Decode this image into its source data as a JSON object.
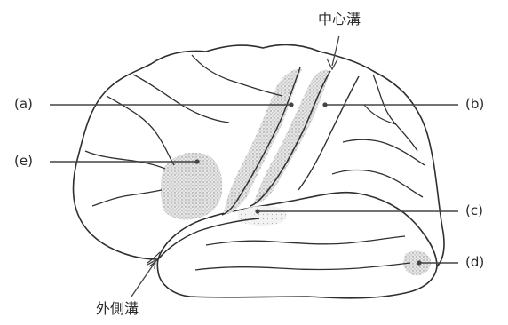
{
  "labels": {
    "a": "(a)",
    "b": "(b)",
    "c": "(c)",
    "d": "(d)",
    "e": "(e)",
    "central_sulcus": "中心溝",
    "lateral_sulcus": "外側溝"
  },
  "colors": {
    "outline": "#2f2f2f",
    "shading": "#9a9a9a",
    "leader": "#444444"
  }
}
